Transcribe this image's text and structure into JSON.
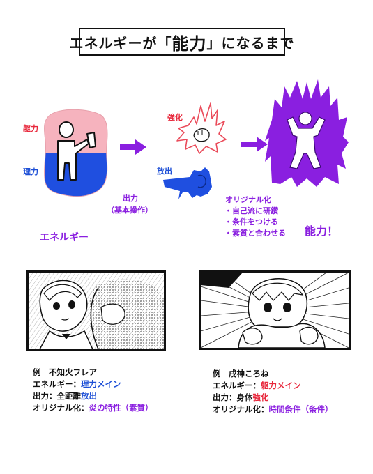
{
  "title": {
    "prefix": "エネルギーが「",
    "bold": "能力",
    "suffix": "」になるまで"
  },
  "diagram": {
    "energy_label": "エネルギー",
    "physical_label": "躯力",
    "spiritual_label": "理力",
    "output_label": "出力",
    "output_sub": "（基本操作）",
    "strengthen_label": "強化",
    "release_label": "放出",
    "originalize_title": "オリジナル化",
    "originalize_items": [
      "・自己流に研鑽",
      "・条件をつける",
      "・素質と合わせる"
    ],
    "ability_label": "能力！"
  },
  "examples": [
    {
      "heading": "例　不知火フレア",
      "energy_prefix": "エネルギー：",
      "energy_value": "理力メイン",
      "output_prefix": "出力：全距離",
      "output_value": "放出",
      "orig_prefix": "オリジナル化：",
      "orig_value": "炎の特性（素質）"
    },
    {
      "heading": "例　戌神ころね",
      "energy_prefix": "エネルギー：",
      "energy_value": "躯力メイン",
      "output_prefix": "出力：身体",
      "output_value": "強化",
      "orig_prefix": "オリジナル化：",
      "orig_value": "時間条件（条件）"
    }
  ],
  "colors": {
    "accent_purple": "#8a1fe0",
    "physical_pink": "#f6b3be",
    "spiritual_blue": "#1f4fe0",
    "red_text": "#e8283c",
    "blue_text": "#1d4fd6"
  },
  "icons": [
    "arrow-right-icon",
    "fist-icon",
    "energy-blast-icon",
    "aura-figure-icon",
    "person-silhouette-icon"
  ]
}
